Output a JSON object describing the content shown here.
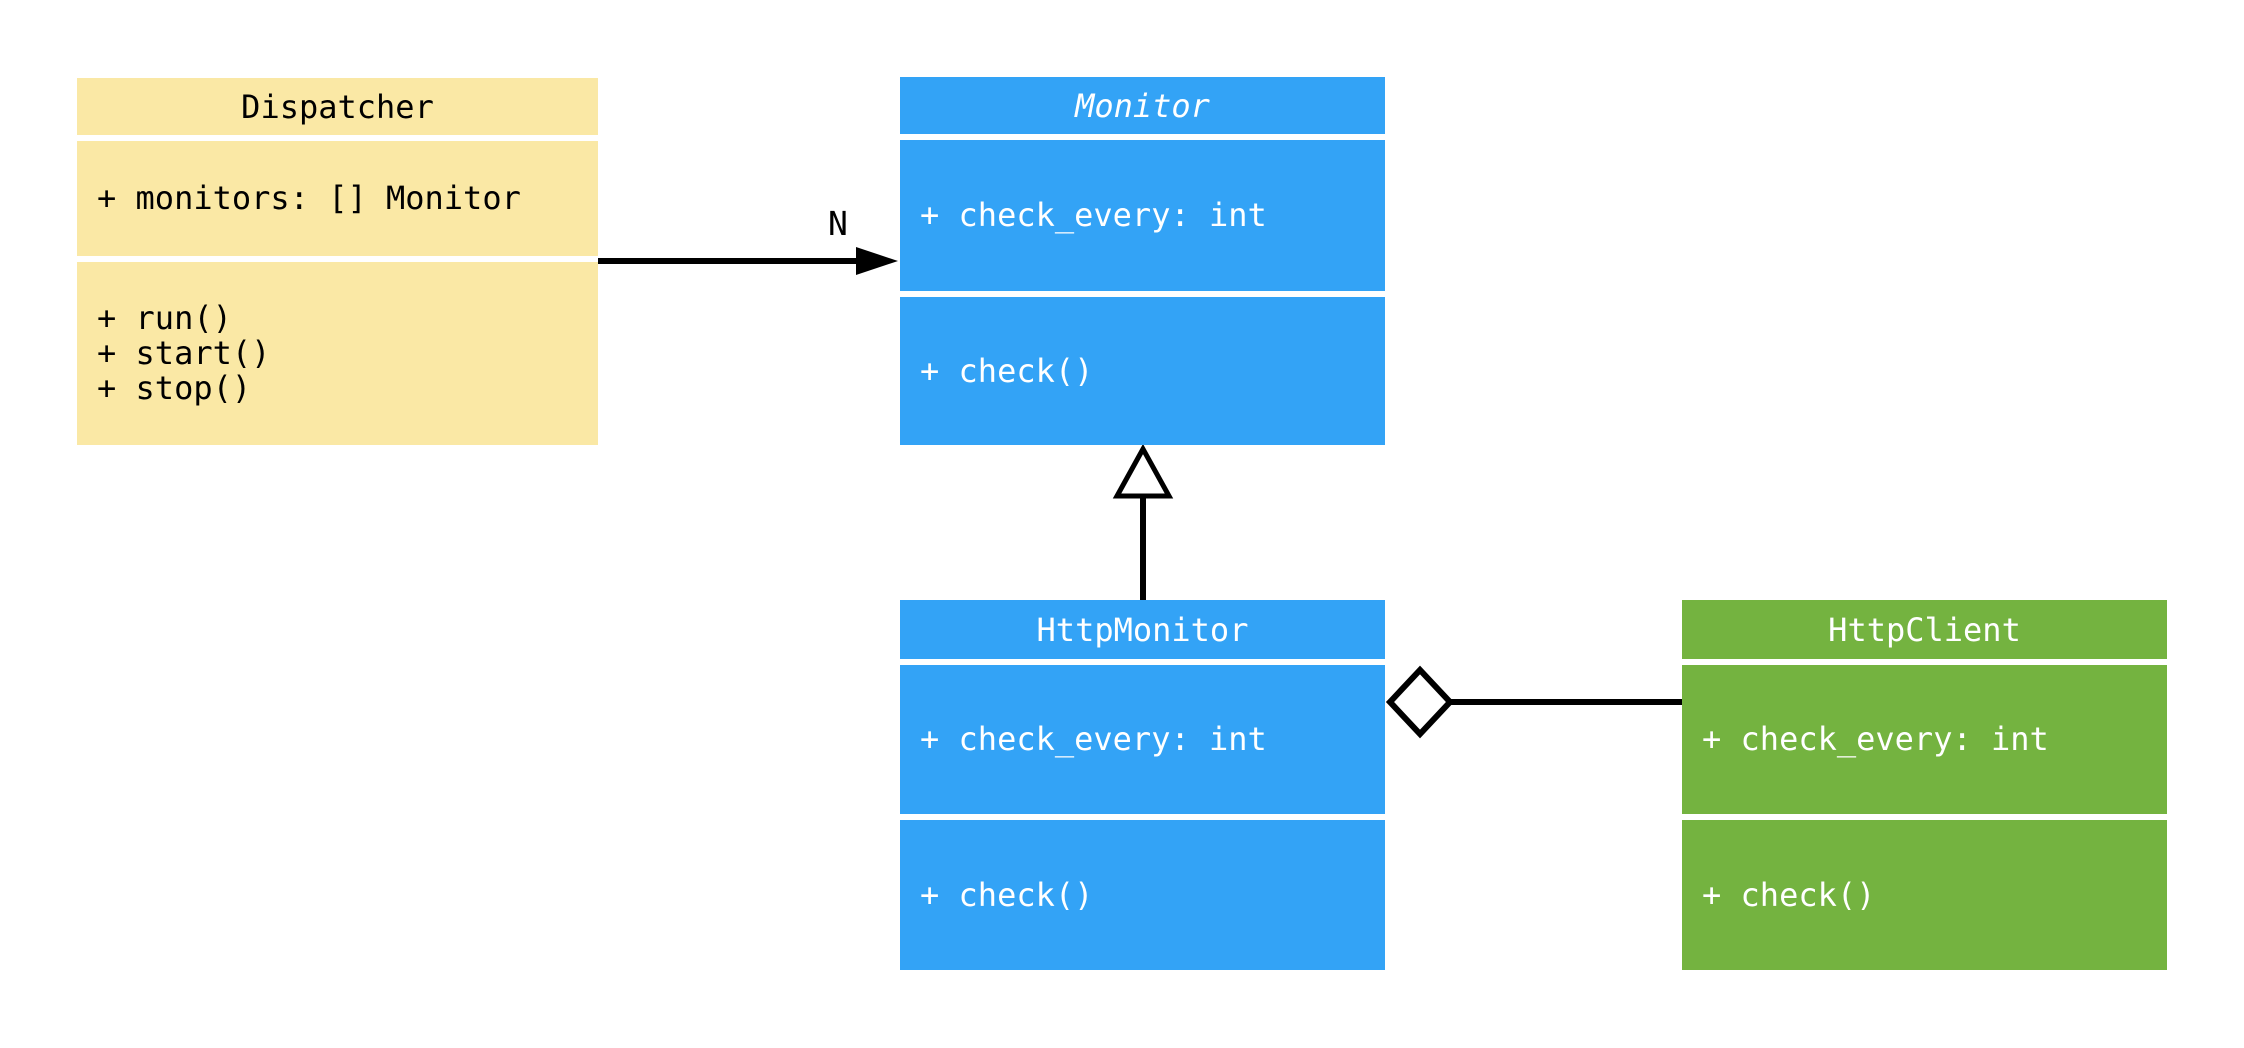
{
  "diagram": {
    "type": "uml-class-diagram",
    "background_color": "#ffffff",
    "line_color": "#000000",
    "classes": [
      {
        "name": "Dispatcher",
        "abstract": false,
        "fill": "#FAE8A5",
        "text_color": "#000000",
        "attributes": [
          "+ monitors: [] Monitor"
        ],
        "methods": [
          "+ run()",
          "+ start()",
          "+ stop()"
        ]
      },
      {
        "name": "Monitor",
        "abstract": true,
        "fill": "#33A3F6",
        "text_color": "#ffffff",
        "attributes": [
          "+ check_every: int"
        ],
        "methods": [
          "+ check()"
        ]
      },
      {
        "name": "HttpMonitor",
        "abstract": false,
        "fill": "#33A3F6",
        "text_color": "#ffffff",
        "attributes": [
          "+ check_every: int"
        ],
        "methods": [
          "+ check()"
        ]
      },
      {
        "name": "HttpClient",
        "abstract": false,
        "fill": "#74B340",
        "text_color": "#ffffff",
        "attributes": [
          "+ check_every: int"
        ],
        "methods": [
          "+ check()"
        ]
      }
    ],
    "relationships": [
      {
        "type": "association",
        "from": "Dispatcher",
        "to": "Monitor",
        "label": "N",
        "marker": "filled-arrowhead"
      },
      {
        "type": "inheritance",
        "from": "HttpMonitor",
        "to": "Monitor",
        "label": "",
        "marker": "hollow-triangle"
      },
      {
        "type": "aggregation",
        "from": "HttpMonitor",
        "to": "HttpClient",
        "label": "",
        "marker": "hollow-diamond"
      }
    ]
  }
}
